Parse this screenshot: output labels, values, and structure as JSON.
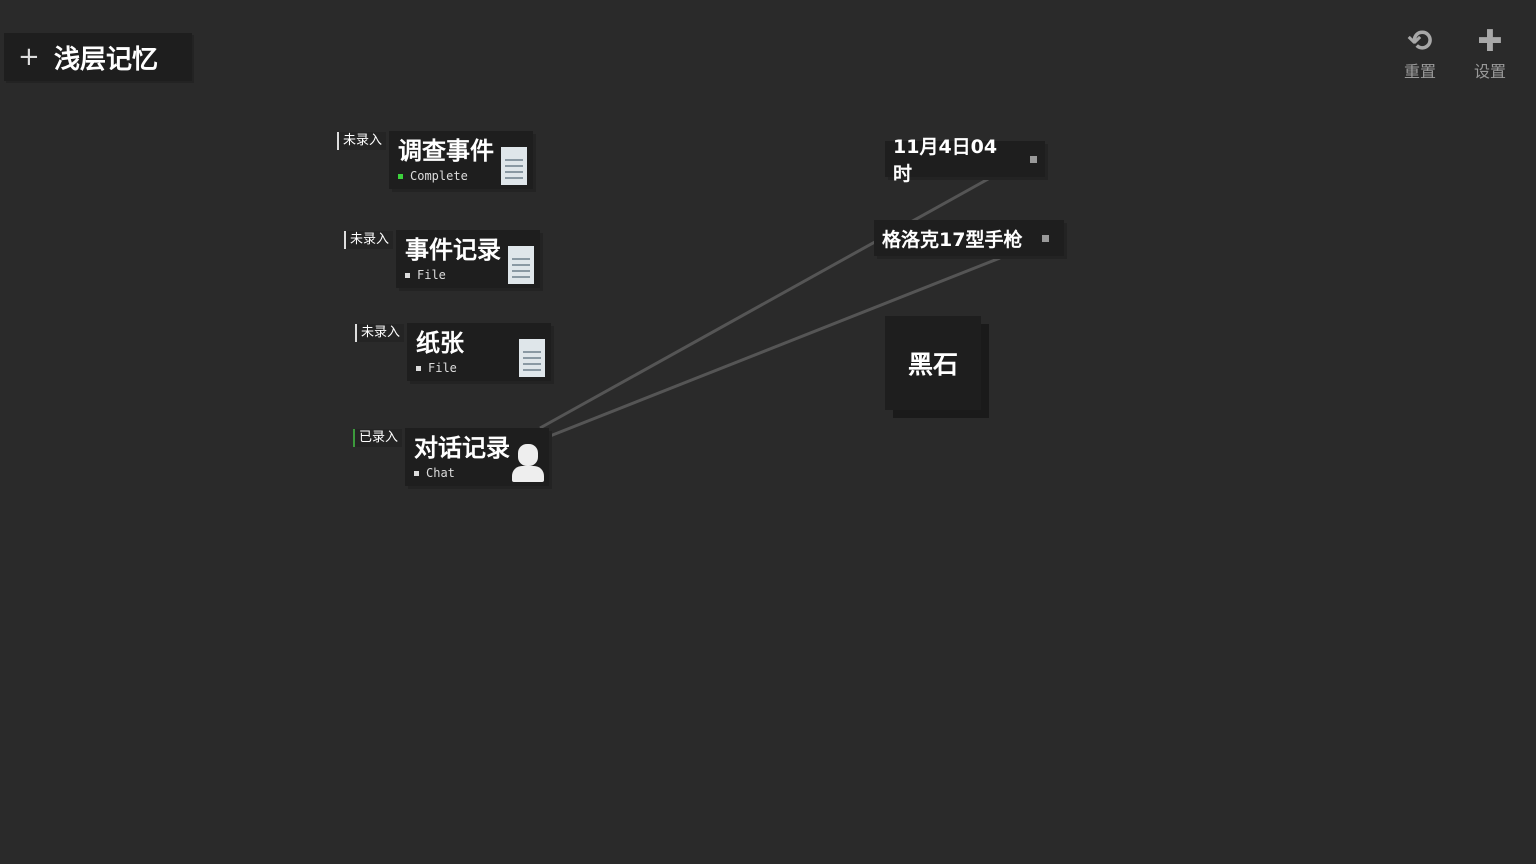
{
  "header": {
    "title": "浅层记忆",
    "add_icon": "plus-icon"
  },
  "toolbar": {
    "reset_label": "重置",
    "settings_label": "设置"
  },
  "clues": [
    {
      "status": "未录入",
      "name": "调查事件",
      "type": "Complete",
      "icon": "document-icon",
      "recorded": false
    },
    {
      "status": "未录入",
      "name": "事件记录",
      "type": "File",
      "icon": "document-icon",
      "recorded": false
    },
    {
      "status": "未录入",
      "name": "纸张",
      "type": "File",
      "icon": "document-icon",
      "recorded": false
    },
    {
      "status": "已录入",
      "name": "对话记录",
      "type": "Chat",
      "icon": "person-icon",
      "recorded": true
    }
  ],
  "evidence": [
    {
      "label": "11月4日04时"
    },
    {
      "label": "格洛克17型手枪"
    }
  ],
  "stone": {
    "label": "黑石"
  }
}
